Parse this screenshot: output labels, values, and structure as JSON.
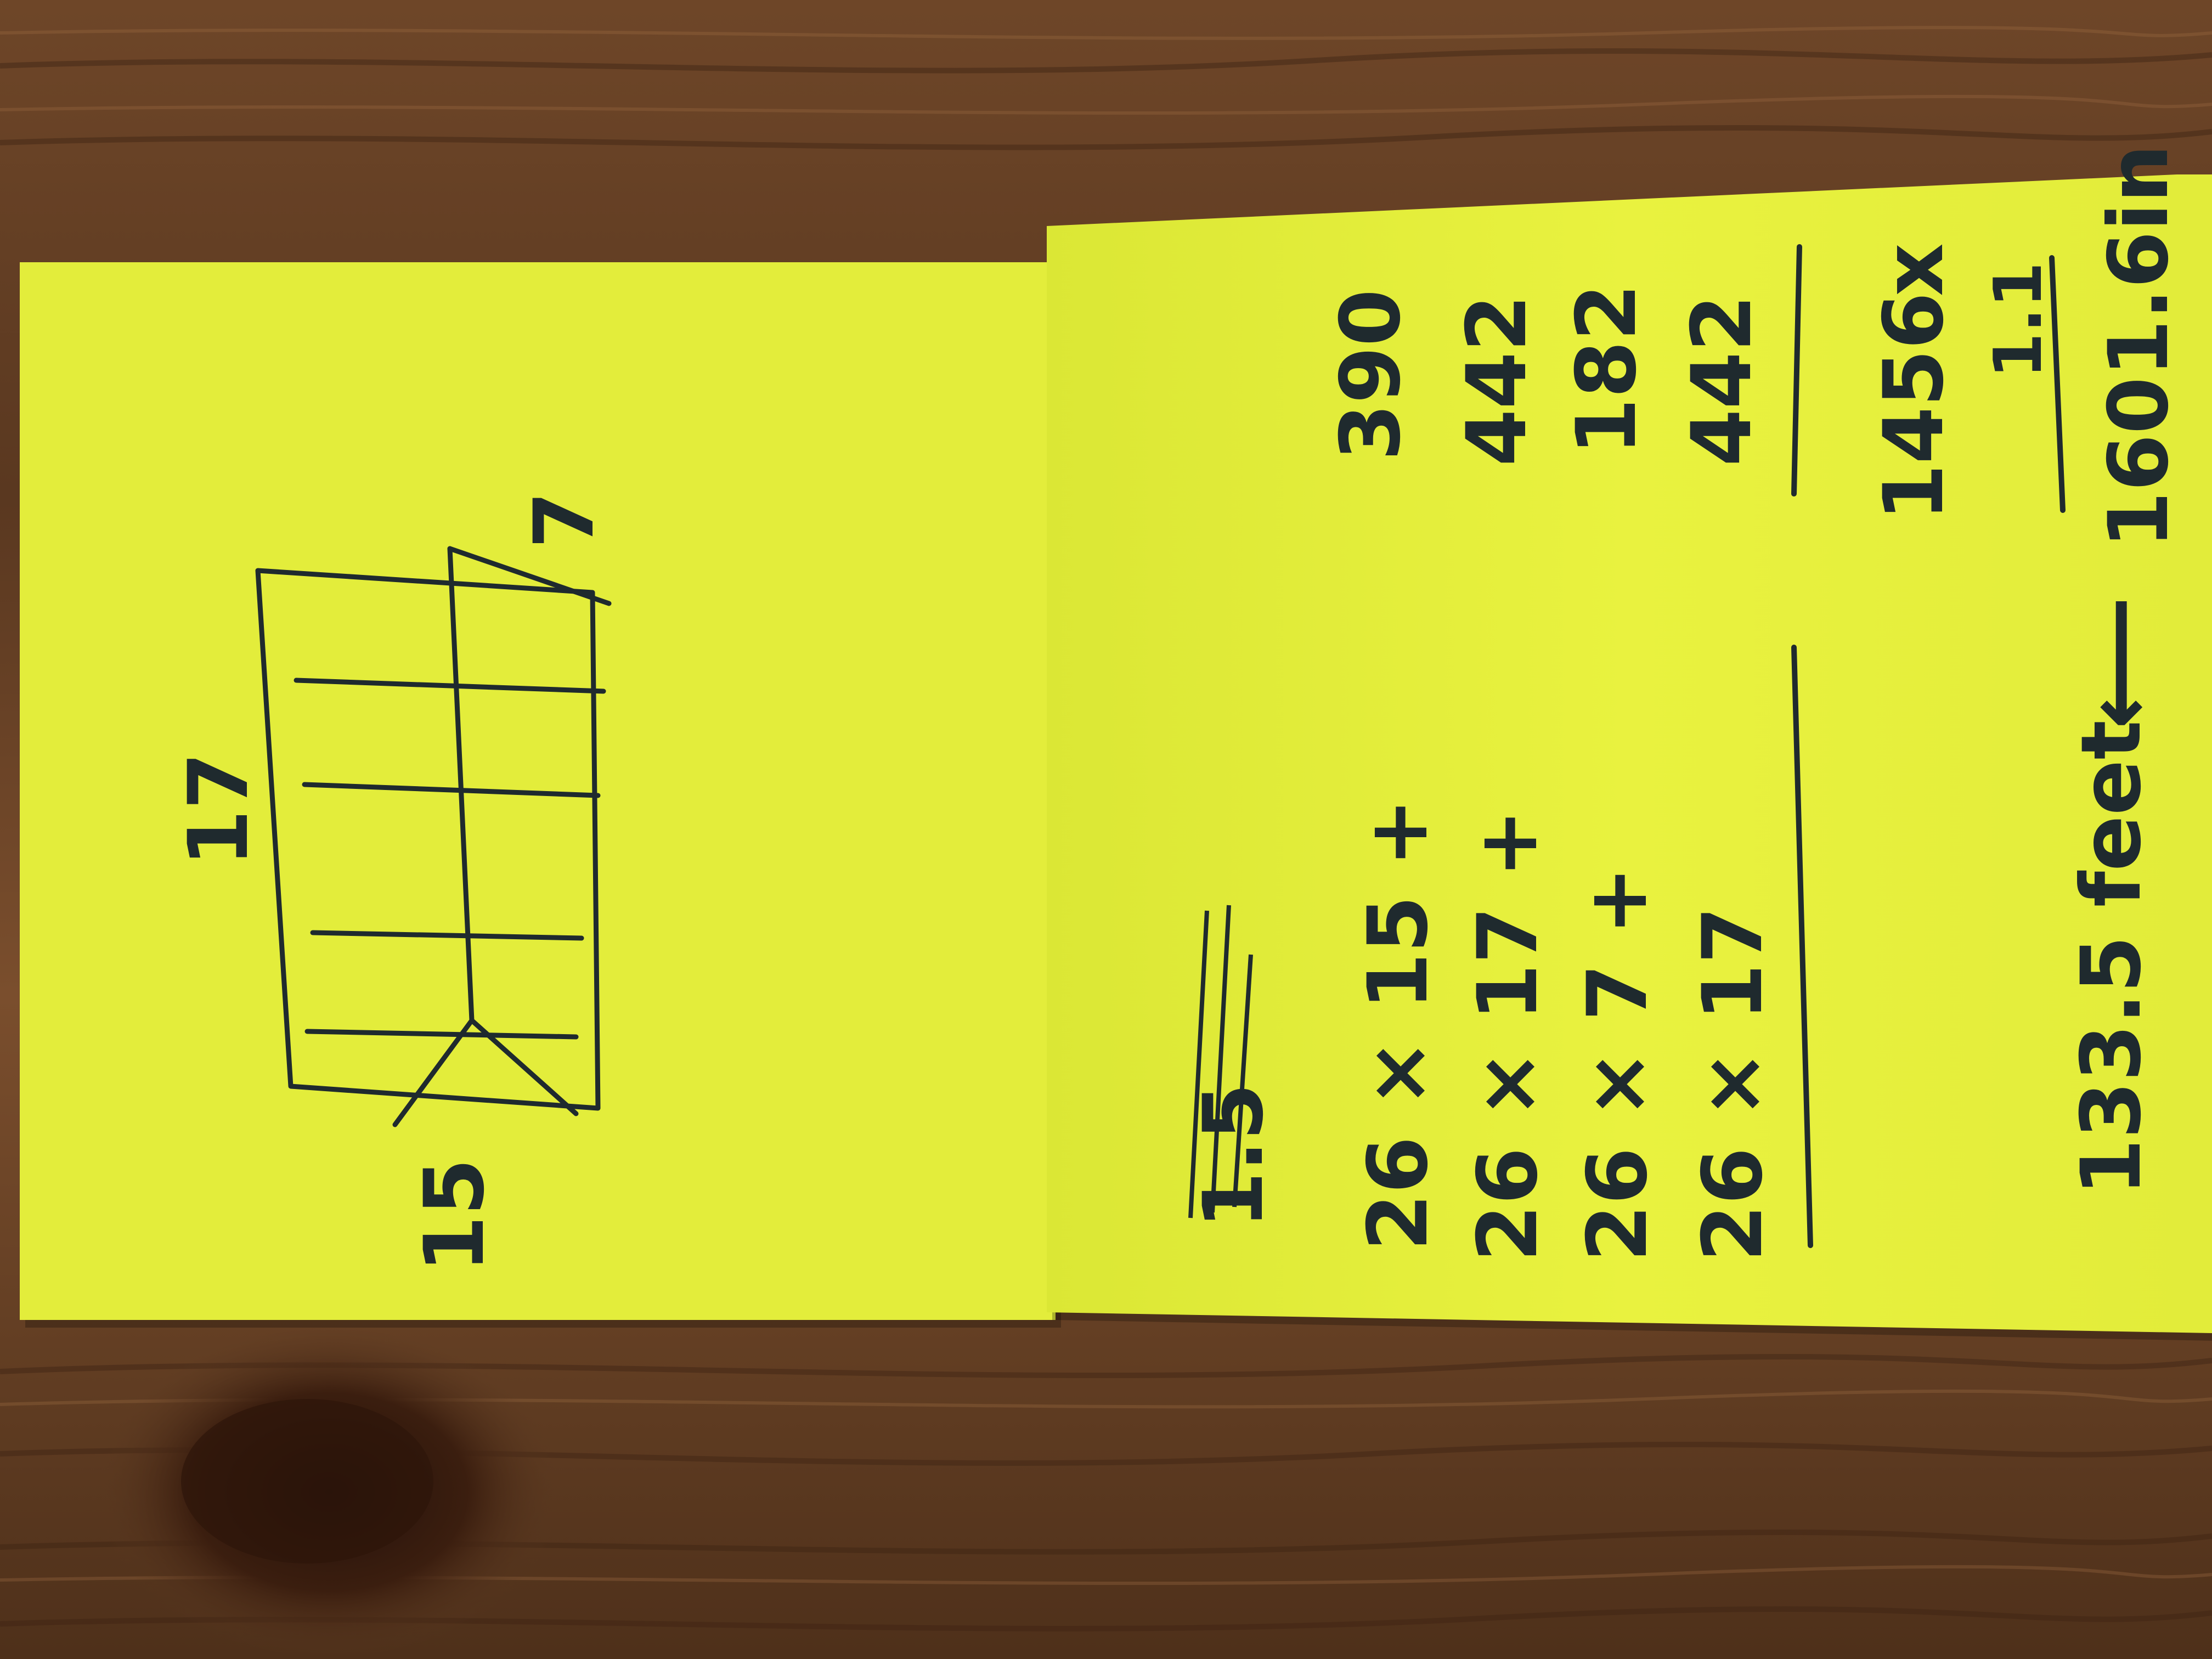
{
  "scene": {
    "colors": {
      "wood_dark": "#4a2c17",
      "wood_mid": "#6b4428",
      "wood_light": "#8a5a36",
      "knot": "#2c160a",
      "note_yellow": "#e4ee3c",
      "note_yellow_shadow": "#c9d62a",
      "ink": "#1f2a2e"
    },
    "left_note": {
      "sketch_labels": {
        "width": "17",
        "height": "15",
        "depth": "7"
      }
    },
    "right_note": {
      "equations": [
        {
          "expr": "26 × 15 +",
          "result": "390"
        },
        {
          "expr": "26 × 17 +",
          "result": "442"
        },
        {
          "expr": "26 × 7 +",
          "result": "182"
        },
        {
          "expr": "26 × 17",
          "result": "442"
        }
      ],
      "sum": "1456",
      "multiplier": "1.1",
      "total_inches": "1601.6in",
      "total_feet": "133.5 feet",
      "arrow": "⟵",
      "scratched_text": "1.5"
    }
  }
}
